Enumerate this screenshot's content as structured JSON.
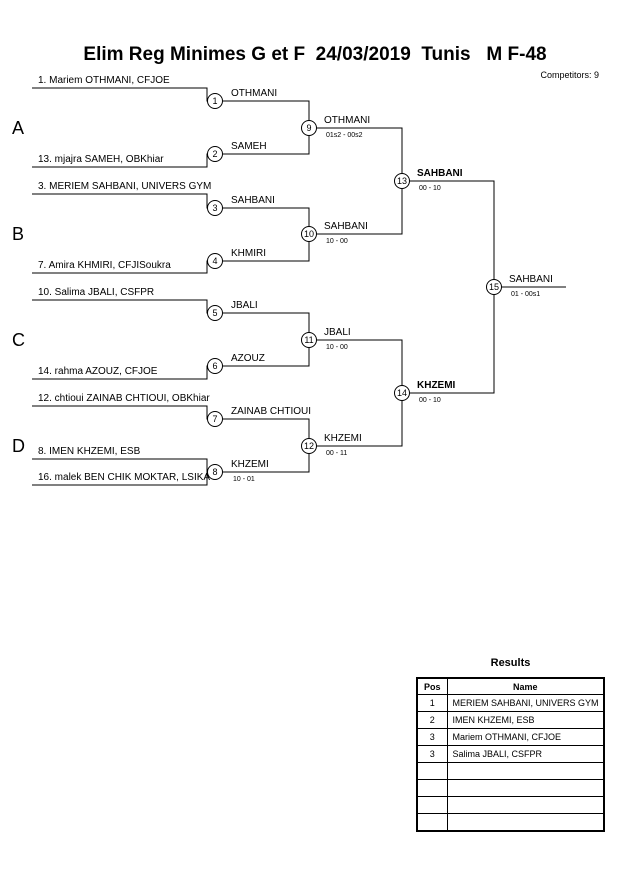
{
  "header": {
    "title": "Elim Reg Minimes G et F  24/03/2019  Tunis   M F-48",
    "competitors": "Competitors: 9"
  },
  "pools": [
    "A",
    "B",
    "C",
    "D"
  ],
  "round1": [
    {
      "num": "1",
      "entrant": "1. Mariem OTHMANI, CFJOE",
      "short": "OTHMANI"
    },
    {
      "num": "2",
      "entrant": "13. mjajra SAMEH, OBKhiar",
      "short": "SAMEH"
    },
    {
      "num": "3",
      "entrant": "3. MERIEM SAHBANI, UNIVERS GYM",
      "short": "SAHBANI"
    },
    {
      "num": "4",
      "entrant": "7. Amira KHMIRI, CFJISoukra",
      "short": "KHMIRI"
    },
    {
      "num": "5",
      "entrant": "10. Salima JBALI, CSFPR",
      "short": "JBALI"
    },
    {
      "num": "6",
      "entrant": "14. rahma AZOUZ, CFJOE",
      "short": "AZOUZ"
    },
    {
      "num": "7",
      "entrant": "12. chtioui ZAINAB CHTIOUI, OBKhiar",
      "short": "ZAINAB CHTIOUI"
    },
    {
      "num": "8",
      "entrant": "",
      "short": "KHZEMI",
      "score": "10 - 01",
      "pair": [
        "8. IMEN KHZEMI, ESB",
        "16. malek BEN CHIK MOKTAR, LSIKA"
      ]
    }
  ],
  "round2": [
    {
      "num": "9",
      "winner": "OTHMANI",
      "score": "01s2 - 00s2"
    },
    {
      "num": "10",
      "winner": "SAHBANI",
      "score": "10 - 00"
    },
    {
      "num": "11",
      "winner": "JBALI",
      "score": "10 - 00"
    },
    {
      "num": "12",
      "winner": "KHZEMI",
      "score": "00 - 11"
    }
  ],
  "round3": [
    {
      "num": "13",
      "winner": "SAHBANI",
      "score": "00 - 10"
    },
    {
      "num": "14",
      "winner": "KHZEMI",
      "score": "00 - 10"
    }
  ],
  "final": {
    "num": "15",
    "winner": "SAHBANI",
    "score": "01 - 00s1"
  },
  "results": {
    "title": "Results",
    "headers": [
      "Pos",
      "Name"
    ],
    "rows": [
      {
        "pos": "1",
        "name": "MERIEM SAHBANI, UNIVERS GYM"
      },
      {
        "pos": "2",
        "name": "IMEN KHZEMI, ESB"
      },
      {
        "pos": "3",
        "name": "Mariem OTHMANI, CFJOE"
      },
      {
        "pos": "3",
        "name": "Salima JBALI, CSFPR"
      },
      {
        "pos": "",
        "name": ""
      },
      {
        "pos": "",
        "name": ""
      },
      {
        "pos": "",
        "name": ""
      },
      {
        "pos": "",
        "name": ""
      }
    ]
  }
}
